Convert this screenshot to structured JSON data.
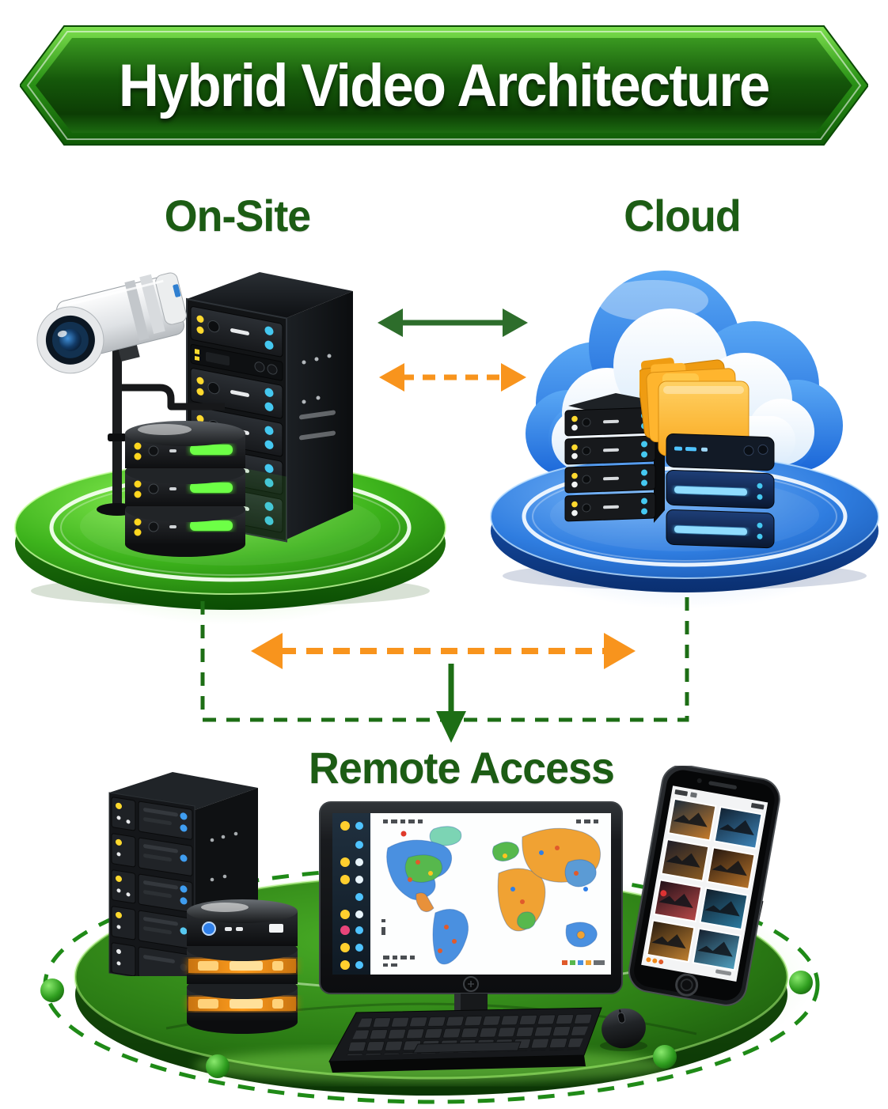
{
  "title": {
    "text": "Hybrid Video Architecture"
  },
  "sections": {
    "on_site": {
      "label": "On-Site"
    },
    "cloud": {
      "label": "Cloud"
    },
    "remote_access": {
      "label": "Remote Access"
    }
  },
  "connections": {
    "onsite_cloud_primary": {
      "style": "solid",
      "color": "#2d6d2b",
      "direction": "bidirectional"
    },
    "onsite_cloud_secondary": {
      "style": "dashed",
      "color": "#f8941d",
      "direction": "bidirectional"
    },
    "bracket_to_remote": {
      "style": "dashed",
      "color": "#1d6e15",
      "shape": "u-bracket"
    },
    "failover_sync": {
      "style": "dashed",
      "color": "#f8941d",
      "direction": "bidirectional"
    },
    "down_to_remote": {
      "style": "solid",
      "color": "#1d6e15",
      "direction": "down"
    }
  },
  "scene": {
    "on_site": {
      "items": [
        "cctv-camera",
        "server-rack",
        "database-stack-green",
        "green-platform"
      ]
    },
    "cloud": {
      "items": [
        "cloud-shape",
        "folder-stack",
        "rack-server",
        "storage-array-blue",
        "blue-platform"
      ]
    },
    "remote_access": {
      "items": [
        "server-rack",
        "database-stack-orange",
        "monitor-world-map",
        "keyboard",
        "mouse",
        "smartphone-video-grid",
        "dashed-ring-platform"
      ]
    }
  },
  "colors": {
    "banner_frame_green": "#2c9417",
    "banner_inner_green": "#15570a",
    "title_text": "#ffffff",
    "zone_label_green": "#1c5c14",
    "arrow_green": "#2d6d2b",
    "arrow_orange": "#f8941d",
    "platform_green": "#2f9e14",
    "platform_blue": "#2a72d8",
    "platform_dark_green": "#236b10",
    "led_yellow": "#ffd92e",
    "led_cyan": "#45c8f0",
    "db_glow_green": "#52f22c",
    "db_glow_orange": "#ff9d1e",
    "folder_orange": "#ffb52e",
    "cloud_blue": "#2f86e8"
  }
}
